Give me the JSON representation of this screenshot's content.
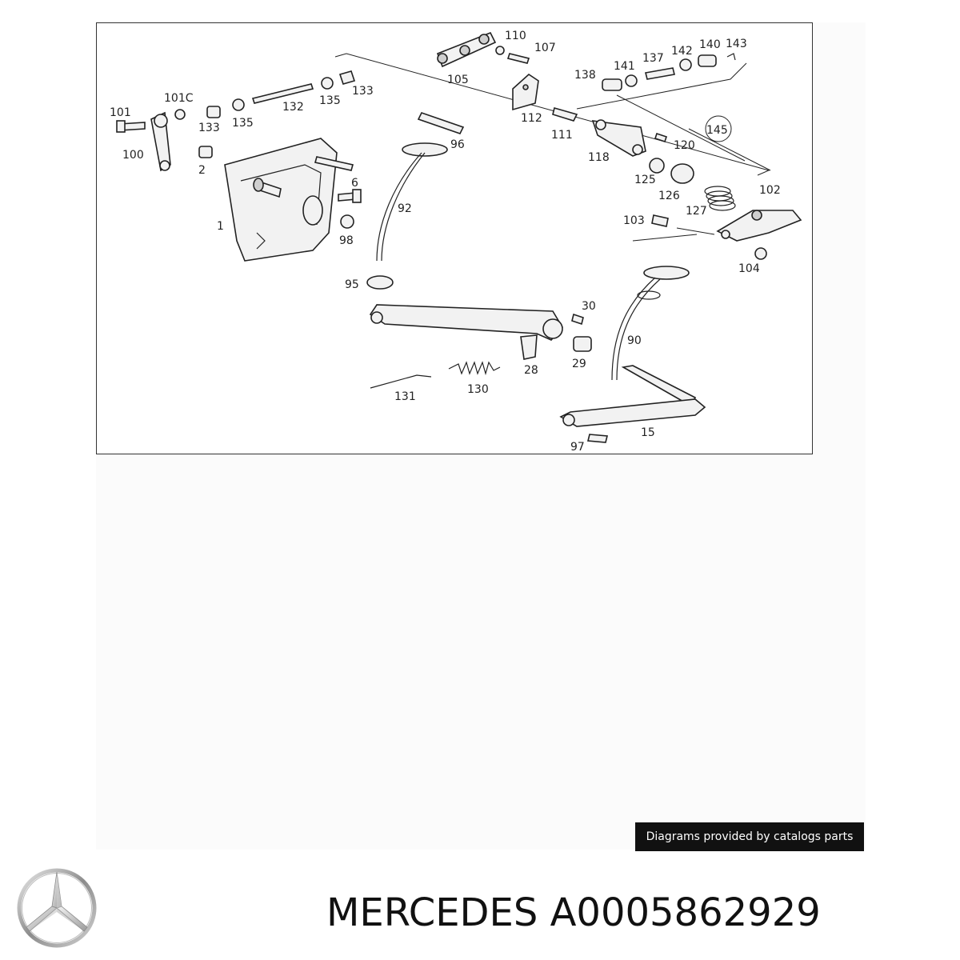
{
  "diagram": {
    "callouts": {
      "c1": "1",
      "c2": "2",
      "c6": "6",
      "c15": "15",
      "c28": "28",
      "c29": "29",
      "c30": "30",
      "c90": "90",
      "c92": "92",
      "c95": "95",
      "c96": "96",
      "c97": "97",
      "c98": "98",
      "c100": "100",
      "c101": "101",
      "c101c": "101C",
      "c102": "102",
      "c103": "103",
      "c104": "104",
      "c105": "105",
      "c107": "107",
      "c110": "110",
      "c111": "111",
      "c112": "112",
      "c118": "118",
      "c120": "120",
      "c125": "125",
      "c126": "126",
      "c127": "127",
      "c130": "130",
      "c131": "131",
      "c132": "132",
      "c133a": "133",
      "c133b": "133",
      "c135a": "135",
      "c135b": "135",
      "c137": "137",
      "c138": "138",
      "c140": "140",
      "c141": "141",
      "c142": "142",
      "c143": "143",
      "c145": "145"
    }
  },
  "credit": {
    "text": "Diagrams provided by catalogs parts"
  },
  "logo": {
    "icon": "mercedes-star-icon"
  },
  "product": {
    "brand": "MERCEDES",
    "part_number": "A0005862929",
    "title": "MERCEDES A0005862929"
  }
}
